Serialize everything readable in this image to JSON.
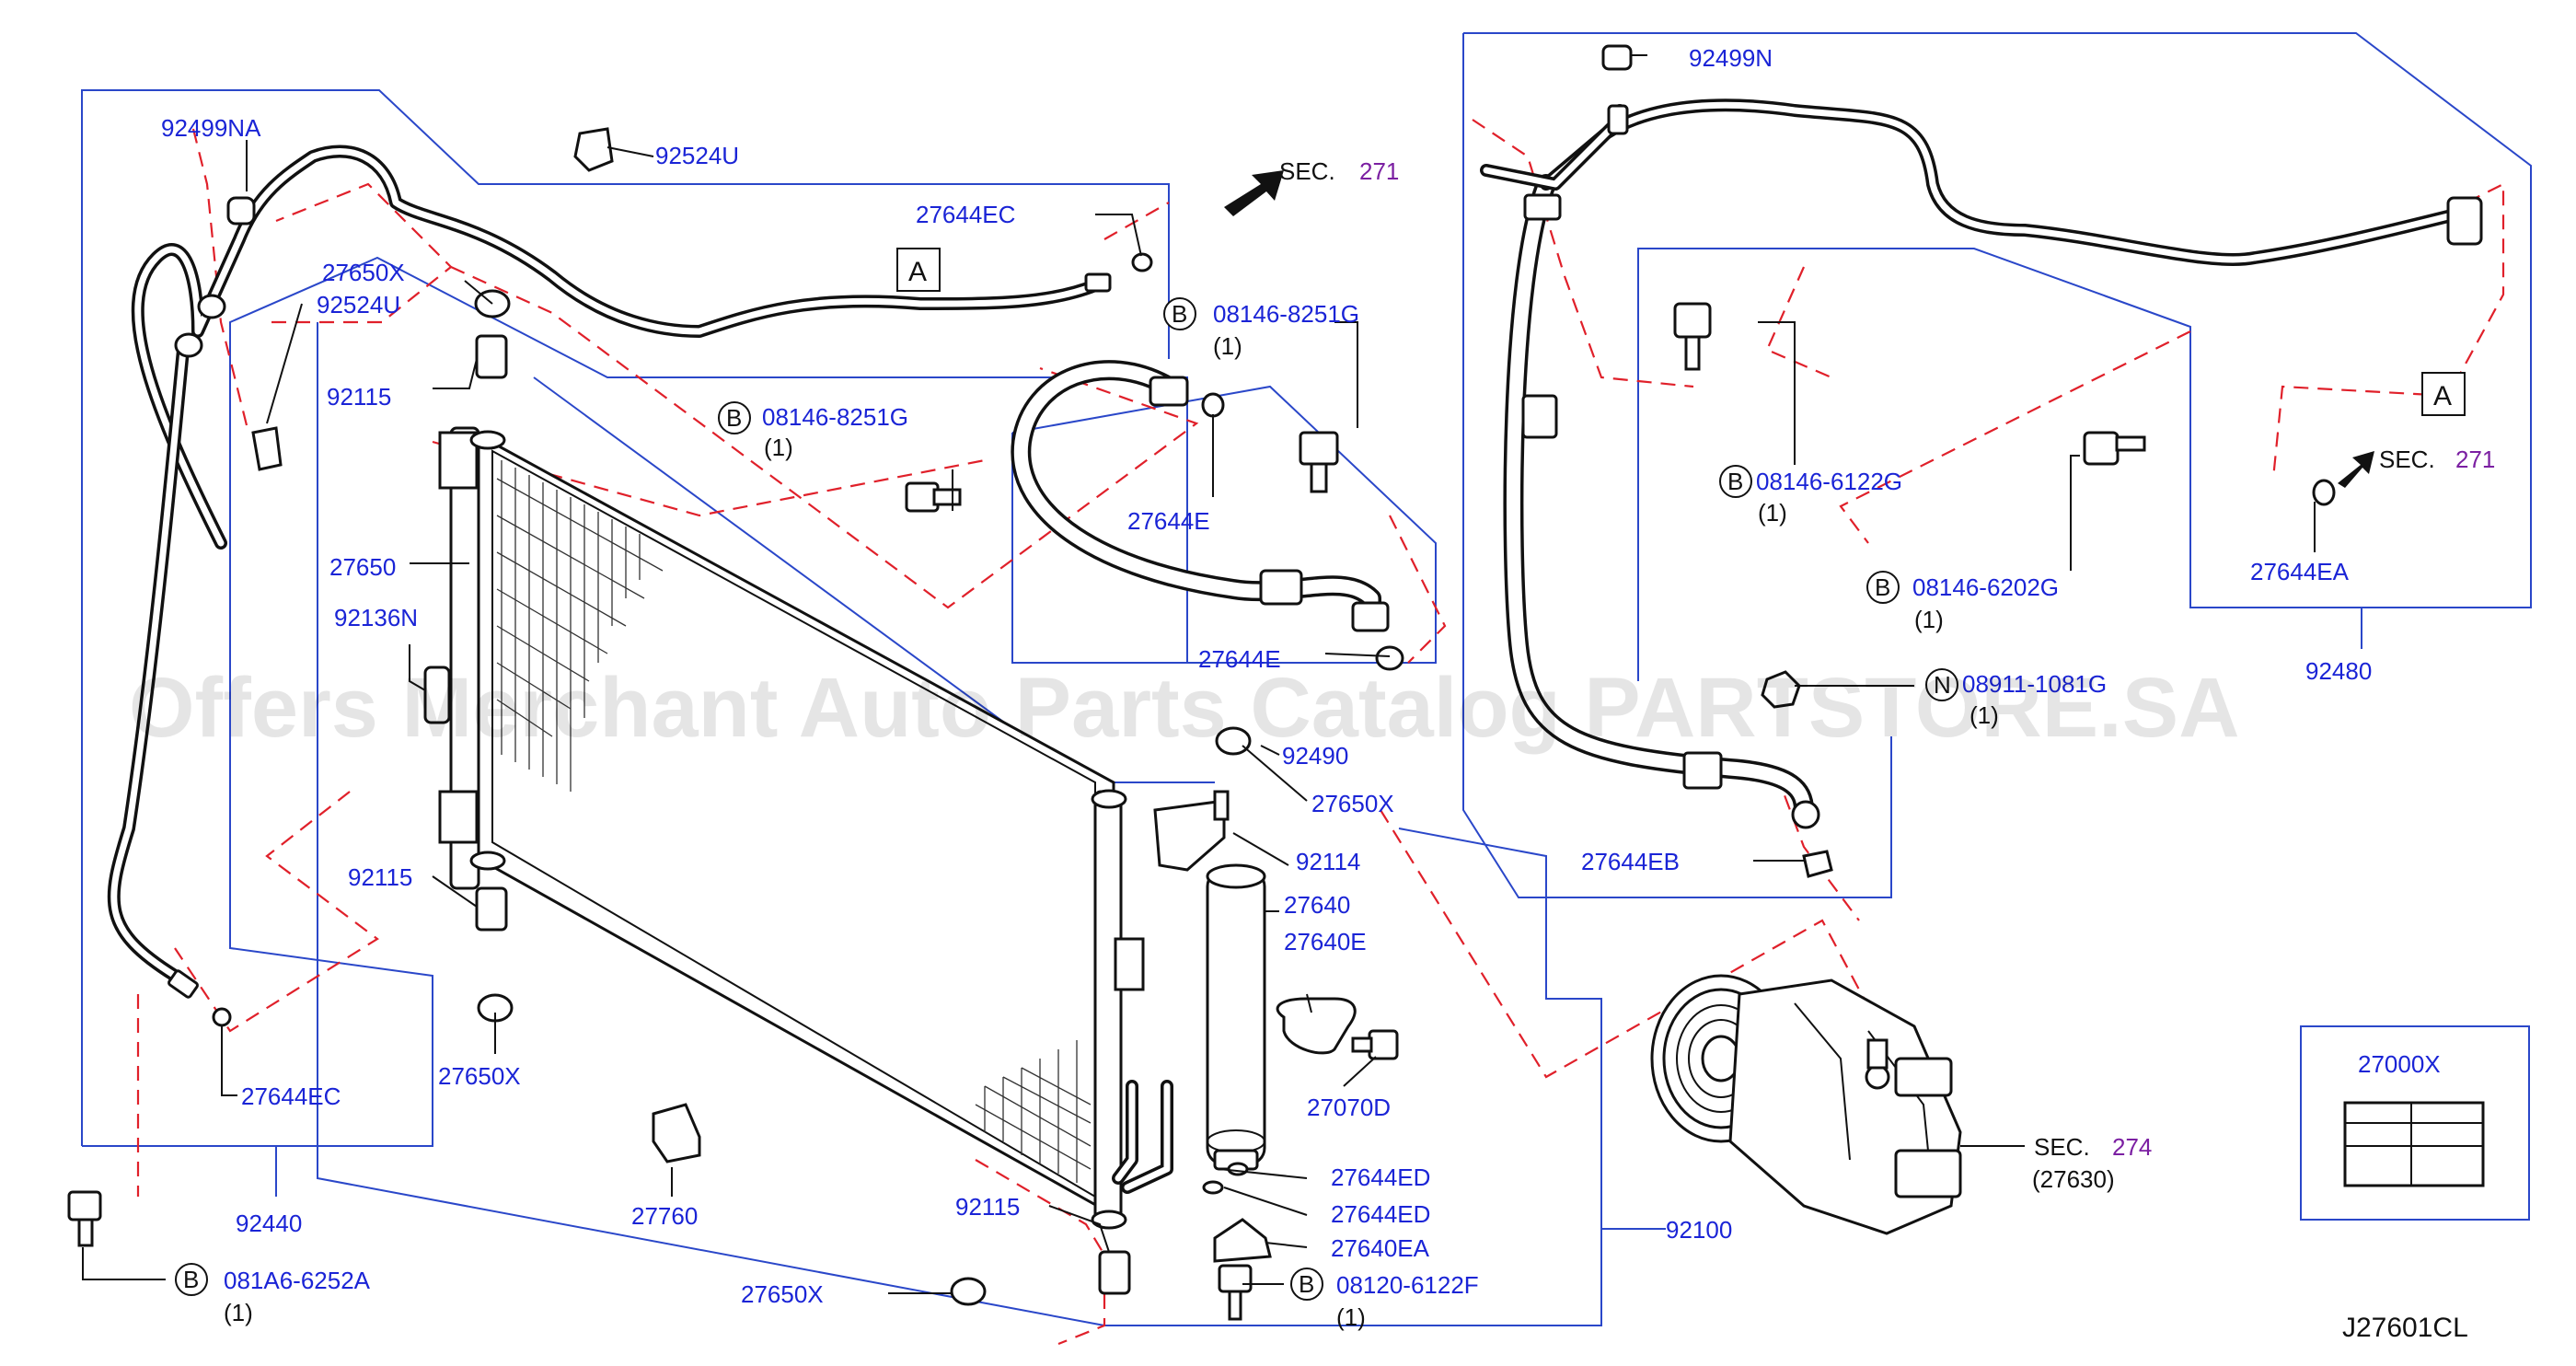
{
  "diagram": {
    "diagram_code": "J27601CL",
    "watermark": "Offers Merchant Auto Parts Catalog PARTSTORE.SA",
    "section_refs": [
      {
        "prefix": "SEC.",
        "number": "271"
      },
      {
        "prefix": "SEC.",
        "number": "271"
      },
      {
        "prefix": "SEC.",
        "number": "274"
      }
    ],
    "sec274_sub": "(27630)",
    "ref_markers": {
      "a1": "A",
      "a2": "A"
    },
    "bolt_prefix": "B",
    "nut_prefix": "N",
    "labels": {
      "p92499NA": "92499NA",
      "p92524U_top": "92524U",
      "p27644EC_top": "27644EC",
      "p27650X_top": "27650X",
      "p92524U_left": "92524U",
      "p92115_top": "92115",
      "p08146_8251G_a": "08146-8251G",
      "qty_8251G_a": "(1)",
      "p08146_8251G_b": "08146-8251G",
      "qty_8251G_b": "(1)",
      "p27650": "27650",
      "p27644E_a": "27644E",
      "p92136N": "92136N",
      "p27644E_b": "27644E",
      "p92490": "92490",
      "p27650X_mid": "27650X",
      "p92115_mid": "92115",
      "p92114": "92114",
      "p27640": "27640",
      "p27640E": "27640E",
      "p27650X_low": "27650X",
      "p27070D": "27070D",
      "p27644EC_low": "27644EC",
      "p92440": "92440",
      "p27760": "27760",
      "p92115_low": "92115",
      "p27644ED_a": "27644ED",
      "p27644ED_b": "27644ED",
      "p27640EA": "27640EA",
      "p081A6_6252A": "081A6-6252A",
      "qty_081A6": "(1)",
      "p08120_6122F": "08120-6122F",
      "qty_08120": "(1)",
      "p27650X_bot": "27650X",
      "p92100": "92100",
      "p92499N": "92499N",
      "p08146_6122G": "08146-6122G",
      "qty_6122G": "(1)",
      "p08146_6202G": "08146-6202G",
      "qty_6202G": "(1)",
      "p27644EA": "27644EA",
      "p92480": "92480",
      "p08911_1081G": "08911-1081G",
      "qty_08911": "(1)",
      "p27644EB": "27644EB",
      "p27000X": "27000X"
    }
  }
}
